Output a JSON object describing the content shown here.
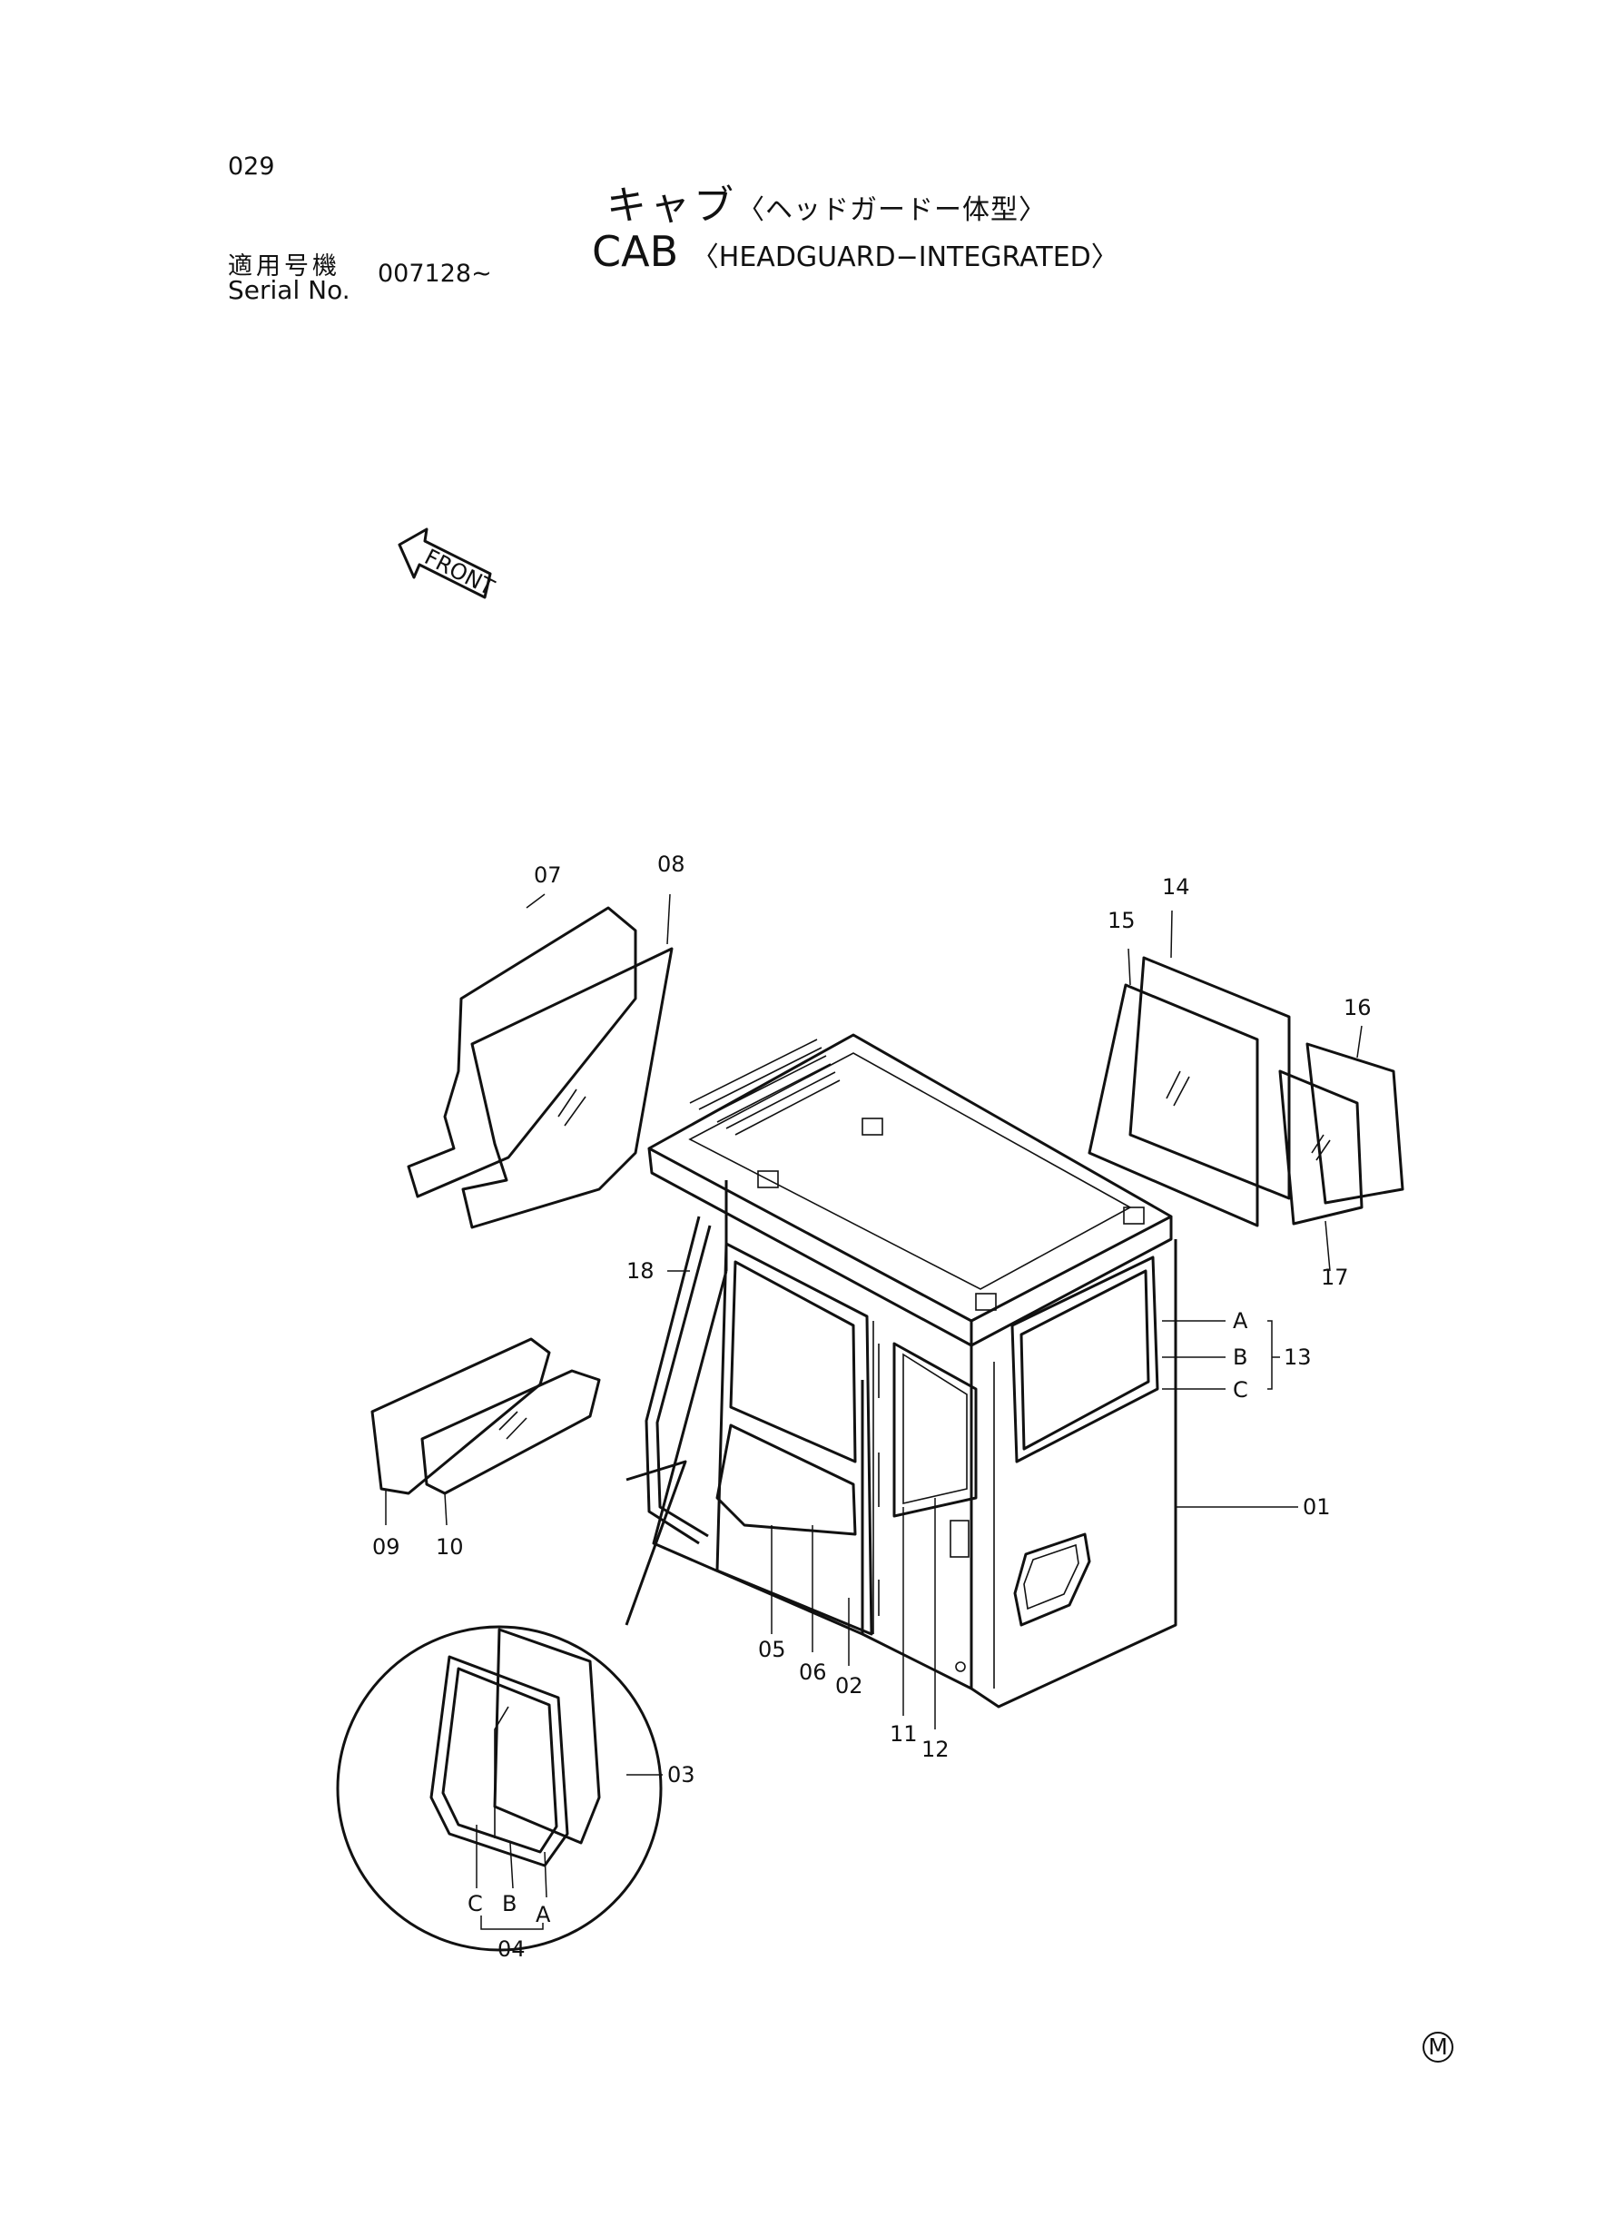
{
  "header": {
    "page_number": "029",
    "title_jp": "キャブ",
    "title_jp_sub": "〈ヘッドガードー体型〉",
    "title_en": "CAB",
    "title_en_sub": "〈HEADGUARD−INTEGRATED〉",
    "serial_label_jp": "適用号機",
    "serial_label_en": "Serial No.",
    "serial_value": "007128∼"
  },
  "diagram": {
    "front_arrow_label": "FRONT",
    "callouts": {
      "c01": "01",
      "c02": "02",
      "c03": "03",
      "c04": "04",
      "c05": "05",
      "c06": "06",
      "c07": "07",
      "c08": "08",
      "c09": "09",
      "c10": "10",
      "c11": "11",
      "c12": "12",
      "c13": "13",
      "c14": "14",
      "c15": "15",
      "c16": "16",
      "c17": "17",
      "c18": "18"
    },
    "sub_letters": {
      "a13": "A",
      "b13": "B",
      "c13": "C",
      "a04": "A",
      "b04": "B",
      "c04": "C"
    }
  },
  "footer": {
    "mark": "M"
  }
}
